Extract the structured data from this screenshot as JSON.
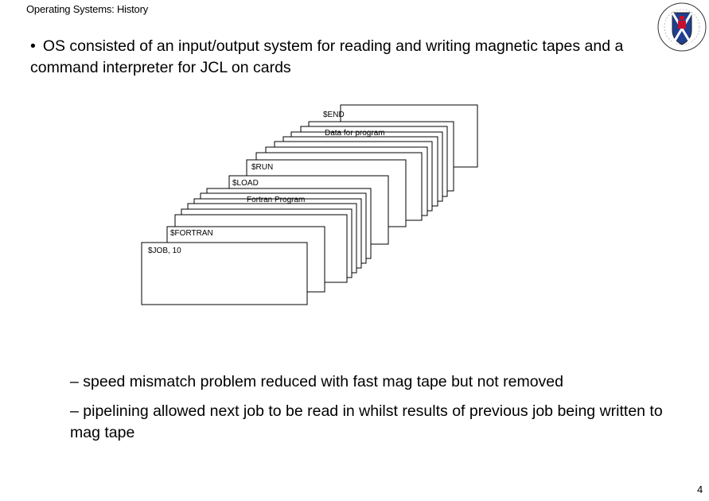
{
  "header": {
    "title": "Operating Systems: History"
  },
  "logo": {
    "name": "university-crest-icon"
  },
  "bullet": {
    "marker": "•",
    "text": "OS consisted of an input/output system for reading and writing magnetic tapes and a command interpreter for JCL on cards"
  },
  "diagram": {
    "cards": {
      "end": "$END",
      "data": "Data for program",
      "run": "$RUN",
      "load": "$LOAD",
      "fortran_program": "Fortran Program",
      "fortran": "$FORTRAN",
      "job": "$JOB, 10"
    }
  },
  "points": [
    "– speed mismatch problem reduced with fast mag tape but not removed",
    "– pipelining allowed next job to be read in whilst results of previous job being written to mag tape"
  ],
  "footer": {
    "page": "4"
  }
}
